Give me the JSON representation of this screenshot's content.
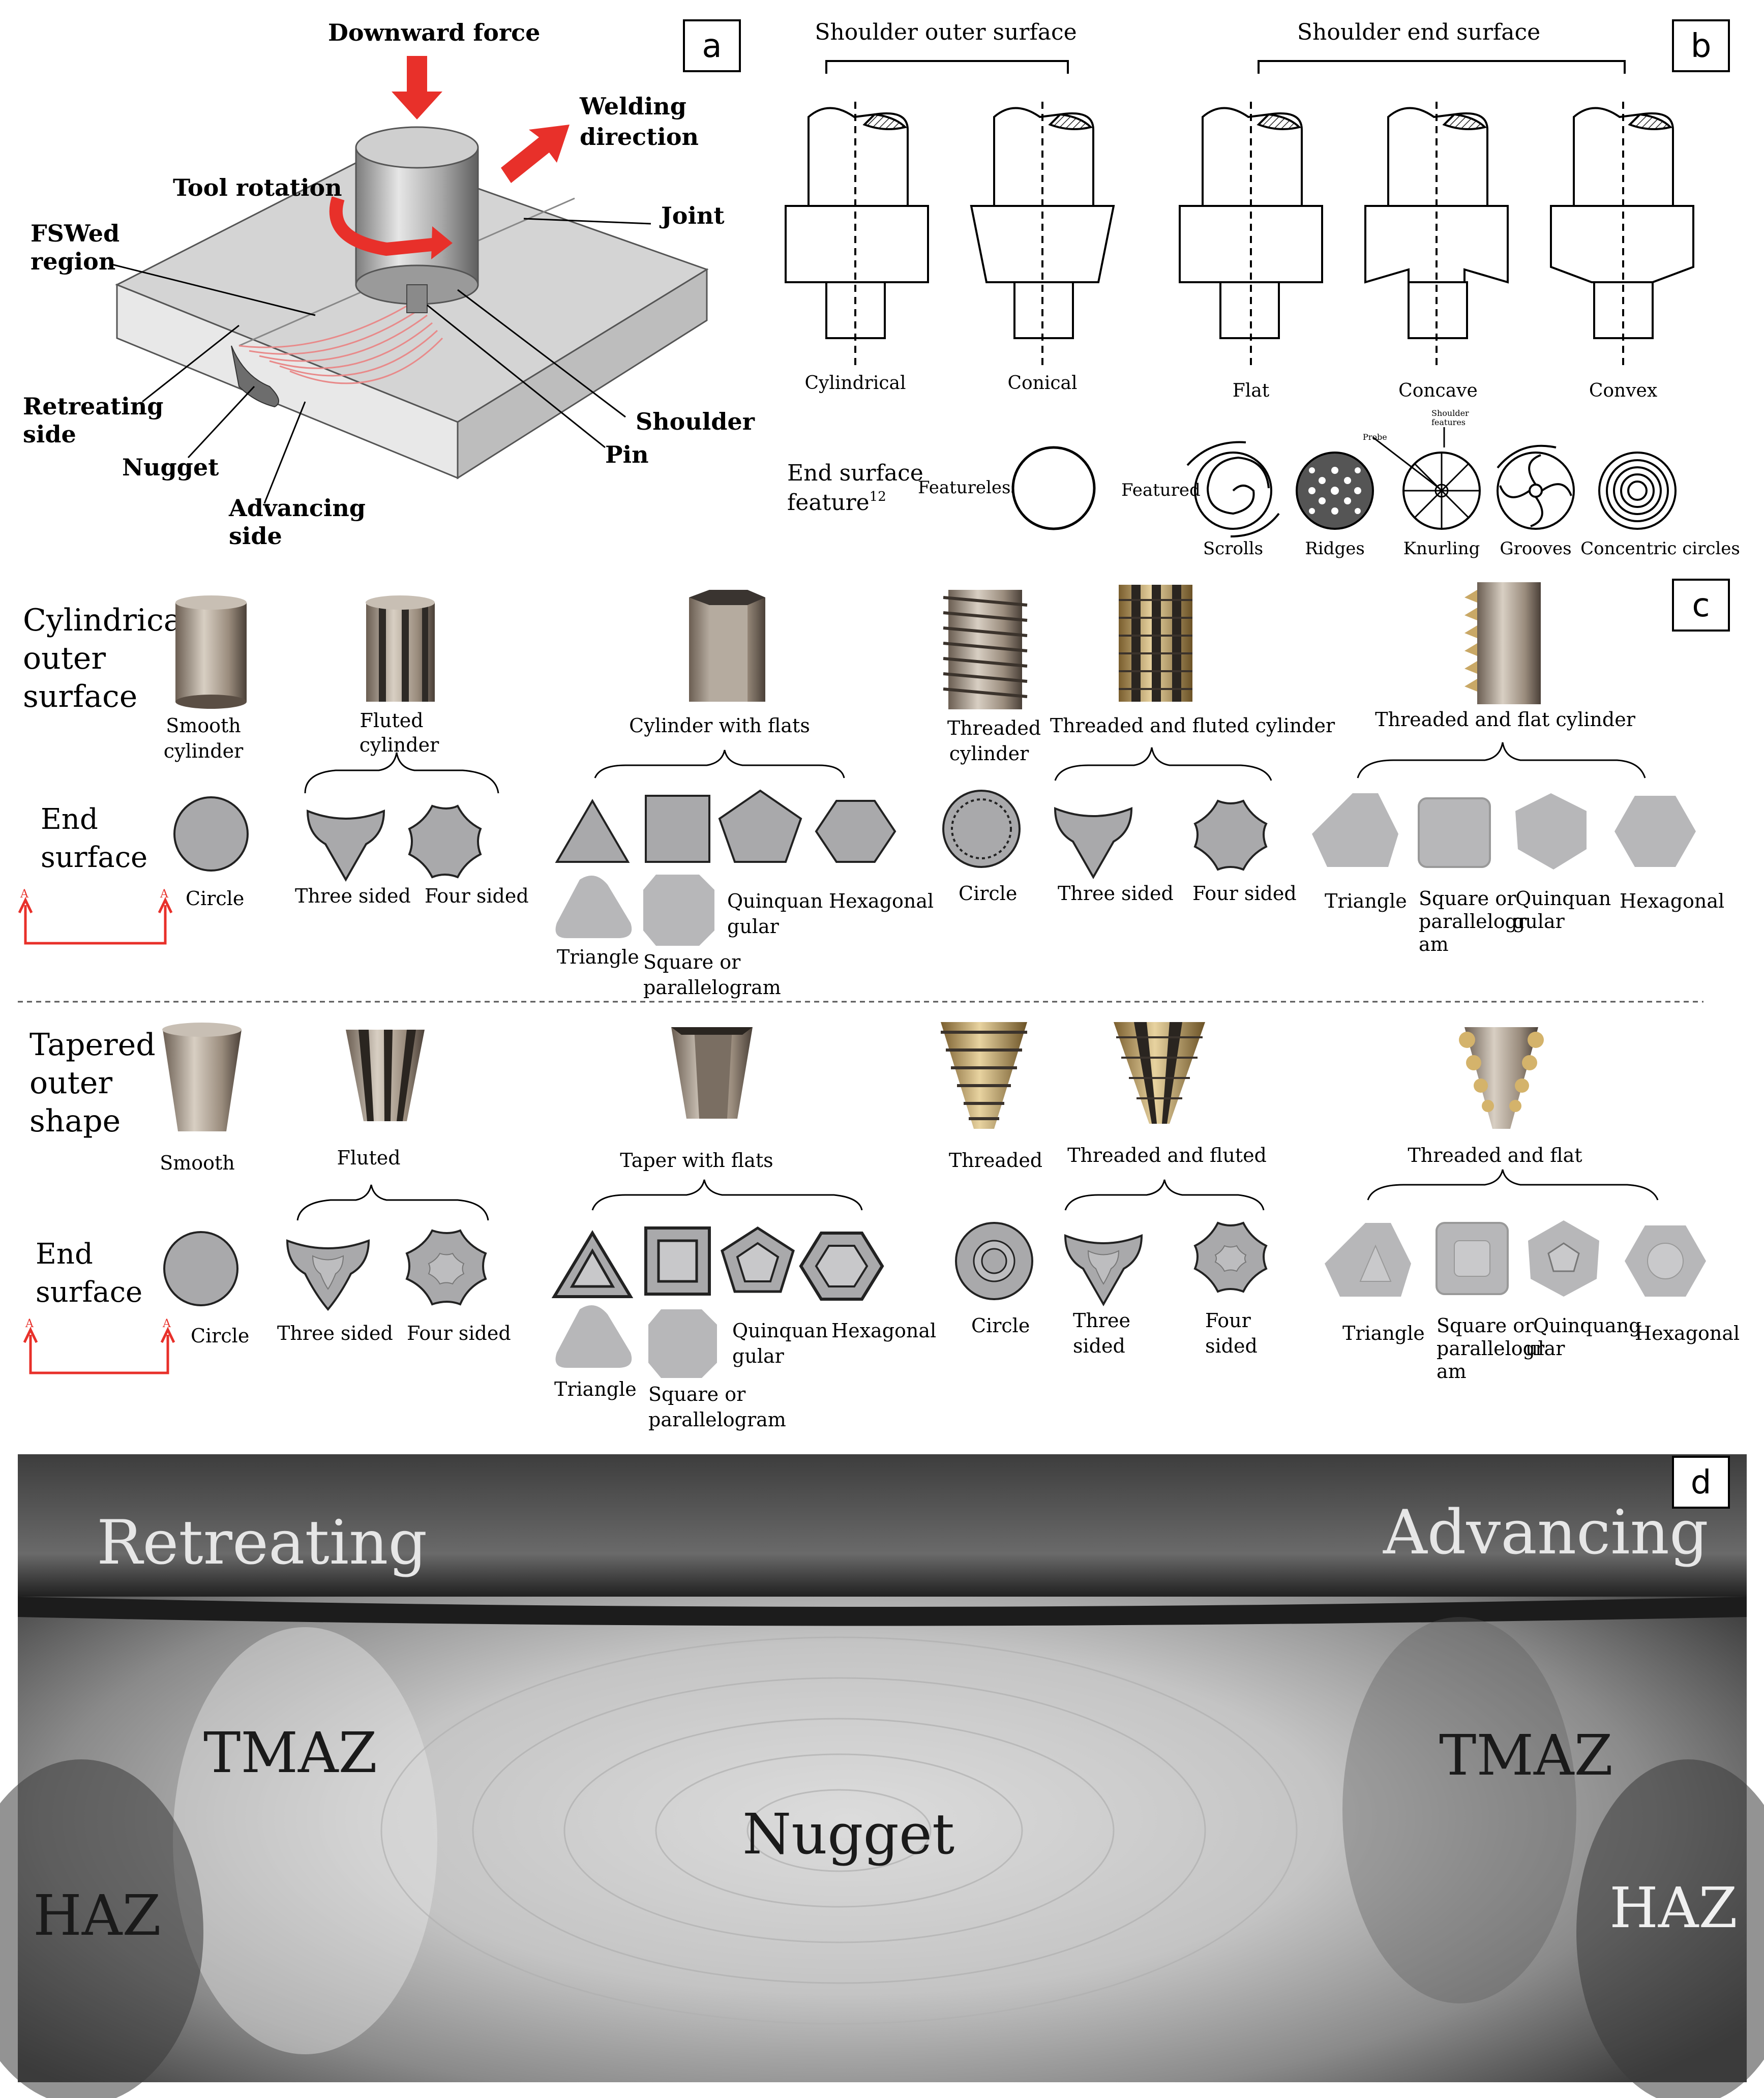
{
  "panels": {
    "a": {
      "tag": "a",
      "labels": {
        "downward_force": "Downward force",
        "welding_direction_1": "Welding",
        "welding_direction_2": "direction",
        "tool_rotation": "Tool rotation",
        "fswed_1": "FSWed",
        "fswed_2": "region",
        "joint": "Joint",
        "retreating_1": "Retreating",
        "retreating_2": "side",
        "nugget": "Nugget",
        "advancing_1": "Advancing",
        "advancing_2": "side",
        "shoulder": "Shoulder",
        "pin": "Pin"
      }
    },
    "b": {
      "tag": "b",
      "group_outer": "Shoulder outer surface",
      "group_end": "Shoulder end surface",
      "shoulders": [
        "Cylindrical",
        "Conical",
        "Flat",
        "Concave",
        "Convex"
      ],
      "end_feature_1": "End surface",
      "end_feature_2": "feature",
      "end_feature_sup": "12",
      "featureless": "Featureless",
      "featured": "Featured",
      "features": [
        "Scrolls",
        "Ridges",
        "Knurling",
        "Grooves",
        "Concentric circles"
      ],
      "probe": "Probe",
      "shoulder_features_1": "Shoulder",
      "shoulder_features_2": "features"
    },
    "c": {
      "tag": "c",
      "row1": {
        "title": [
          "Cylindrical",
          "outer",
          "surface"
        ],
        "end": [
          "End",
          "surface"
        ],
        "tools": [
          [
            "Smooth",
            "cylinder"
          ],
          [
            "Fluted",
            "cylinder"
          ],
          [
            "Cylinder with flats"
          ],
          [
            "Threaded",
            "cylinder"
          ],
          [
            "Threaded and fluted cylinder"
          ],
          [
            "Threaded and flat cylinder"
          ]
        ],
        "circle": "Circle",
        "fluted_shapes": [
          "Three sided",
          "Four sided"
        ],
        "flats_shapes": [
          "Triangle",
          "Square or",
          "parallelogram",
          "Quinquan",
          "gular",
          "Hexagonal"
        ],
        "threaded_circle": "Circle",
        "tf_shapes": [
          "Three sided",
          "Four sided"
        ],
        "tflat_shapes": [
          "Triangle",
          "Square or",
          "parallelogr",
          "am",
          "Quinquan",
          "gular",
          "Hexagonal"
        ]
      },
      "row2": {
        "title": [
          "Tapered",
          "outer",
          "shape"
        ],
        "end": [
          "End",
          "surface"
        ],
        "tools": [
          [
            "Smooth"
          ],
          [
            "Fluted"
          ],
          [
            "Taper with flats"
          ],
          [
            "Threaded"
          ],
          [
            "Threaded and fluted"
          ],
          [
            "Threaded and flat"
          ]
        ],
        "circle": "Circle",
        "fluted_shapes": [
          "Three sided",
          "Four sided"
        ],
        "flats_shapes": [
          "Triangle",
          "Square or",
          "parallelogram",
          "Quinquan",
          "gular",
          "Hexagonal"
        ],
        "threaded_circle": "Circle",
        "tf_shapes": [
          "Three",
          "sided",
          "Four",
          "sided"
        ],
        "tflat_shapes": [
          "Triangle",
          "Square or",
          "parallelogr",
          "am",
          "Quinquang",
          "ular",
          "Hexagonal"
        ]
      }
    },
    "d": {
      "tag": "d",
      "retreating": "Retreating",
      "advancing": "Advancing",
      "tmaz_left": "TMAZ",
      "tmaz_right": "TMAZ",
      "nugget": "Nugget",
      "haz_left": "HAZ",
      "haz_right": "HAZ"
    }
  },
  "colors": {
    "arrow_red": "#e8302a",
    "shape_fill": "#a9a9ab",
    "micrograph_dark": "#3a3a3a",
    "micrograph_light": "#d9d9d9"
  }
}
